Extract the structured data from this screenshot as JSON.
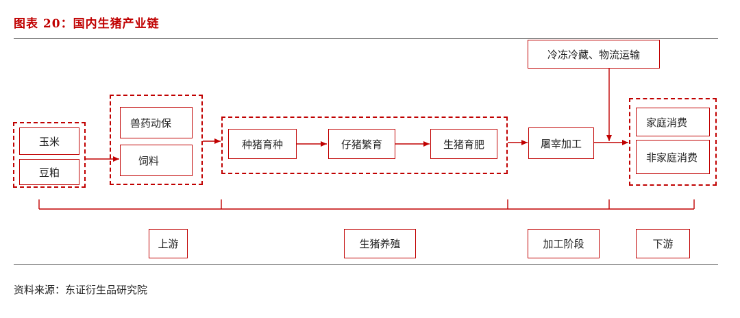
{
  "title": "图表 20：国内生猪产业链",
  "nodes": {
    "corn": "玉米",
    "soymeal": "豆粕",
    "vet_medicine": "兽药动保",
    "feed": "饲料",
    "breeding": "种猪育种",
    "piglet": "仔猪繁育",
    "fattening": "生猪育肥",
    "slaughter": "屠宰加工",
    "cold_chain": "冷冻冷藏、物流运输",
    "household": "家庭消费",
    "non_household": "非家庭消费"
  },
  "stages": {
    "upstream": "上游",
    "farming": "生猪养殖",
    "processing": "加工阶段",
    "downstream": "下游"
  },
  "source": "资料来源：东证衍生品研究院",
  "colors": {
    "accent": "#c00000",
    "text": "#222222",
    "rule": "#555555"
  }
}
